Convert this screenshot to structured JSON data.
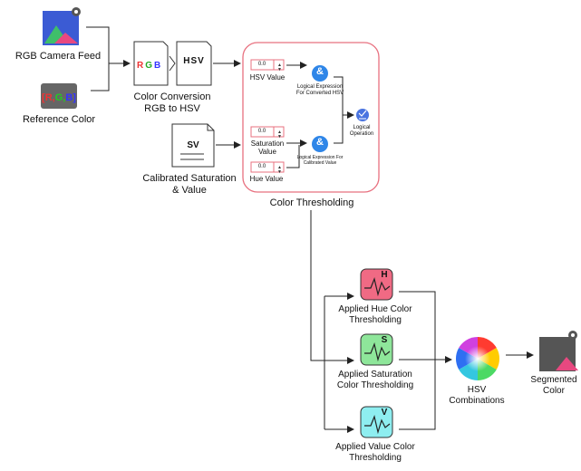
{
  "inputs": {
    "rgb_camera_feed": "RGB Camera Feed",
    "reference_color": "Reference Color",
    "reference_color_icon_text": "[R,G,B]",
    "calibrated_saturation": "Calibrated Saturation & Value",
    "sv_doc_text": "SV"
  },
  "conversion": {
    "label": "Color Conversion RGB to HSV",
    "rgb_text": "RGB",
    "hsv_text": "HSV"
  },
  "thresholding": {
    "title": "Color Thresholding",
    "hsv_value_label": "HSV Value",
    "saturation_value_label": "Saturation Value",
    "hue_value_label": "Hue Value",
    "field_value": "0.0",
    "logical_converted": "Logical Expression For Converted HSV",
    "logical_calibrated": "Logical Expression For Calibrated Value",
    "logical_operation": "Logical Operation",
    "and_symbol": "&"
  },
  "applied": {
    "hue": {
      "label": "Applied Hue Color Thresholding",
      "letter": "H",
      "color": "#f06a84"
    },
    "saturation": {
      "label": "Applied Saturation Color Thresholding",
      "letter": "S",
      "color": "#8ee69a"
    },
    "value": {
      "label": "Applied Value Color Thresholding",
      "letter": "V",
      "color": "#8eeef0"
    }
  },
  "outputs": {
    "hsv_combinations": "HSV Combinations",
    "segmented_color": "Segmented Color"
  },
  "colors": {
    "threshold_border": "#e8707f",
    "and_icon": "#2f86e8",
    "logic_icon": "#4a74e0",
    "line": "#222222"
  }
}
